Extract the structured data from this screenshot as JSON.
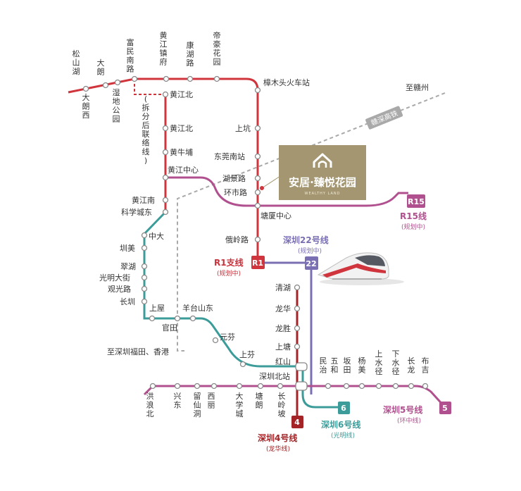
{
  "colors": {
    "r1": "#d0343c",
    "r15": "#b0508e",
    "l22": "#7b6fb3",
    "l6": "#3b9c9a",
    "l4": "#a32326",
    "l5": "#b0508e",
    "rail": "#a9a9a9",
    "brand_box": "#a39670"
  },
  "lines": {
    "r1": {
      "badge": "R1",
      "name": "R1支线",
      "note": "(规划中)"
    },
    "r15": {
      "badge": "R15",
      "name": "R15线",
      "note": "(规划中)"
    },
    "l22": {
      "badge": "22",
      "name": "深圳22号线",
      "note": "(规划中)"
    },
    "l6": {
      "badge": "6",
      "name": "深圳6号线",
      "note": "(光明线)"
    },
    "l4": {
      "badge": "4",
      "name": "深圳4号线",
      "note": "(龙华线)"
    },
    "l5": {
      "badge": "5",
      "name": "深圳5号线",
      "note": "(环中线)"
    }
  },
  "rail": {
    "name": "赣深高铁",
    "to_north": "至赣州",
    "to_south": "至深圳福田、香港"
  },
  "brand": {
    "name": "安居·臻悦花园",
    "sub": "WEALTHY LAND",
    "logo_icon": "house-logo-icon"
  },
  "stations": {
    "songshanhu": "松山湖",
    "dalangxi": "大朗西",
    "dalang": "大朗",
    "shidigongyuan": "湿地公园",
    "fuminnanlu": "富民南路",
    "chaifen": "(拆分后联络线)",
    "huangjiangzhenfu": "黄江镇府",
    "kanghulu": "康湖路",
    "dihaohuayuan": "帝豪花园",
    "zhangmutou": "樟木头火车站",
    "huangjiangbei1": "黄江北",
    "huangjiangbei2": "黄江北",
    "huangniupu": "黄牛埔",
    "huangjiangzhongxin": "黄江中心",
    "huangjiangnan": "黄江南",
    "kexuechengdong": "科学城东",
    "shangkeng": "上坑",
    "dongguannanzhan": "东莞南站",
    "hujinglu": "湖景路",
    "huanshilu": "环市路",
    "tangxiazhongxin": "塘厦中心",
    "elinglu": "俄岭路",
    "zhongda": "中大",
    "zhenmei": "圳美",
    "cuihu": "翠湖",
    "guangmingdajie": "光明大街",
    "guangguanglu": "观光路",
    "changquan": "长圳",
    "shangwu": "上屋",
    "guantian": "官田",
    "yangtaishandong": "羊台山东",
    "yuanfen": "元芬",
    "shangfen": "上芬",
    "hongshan": "红山",
    "qinghu": "清湖",
    "longhua": "龙华",
    "longsheng": "龙胜",
    "shangtang": "上塘",
    "shenzhenbeizhan": "深圳北站",
    "minzhi": "民治",
    "wuhe": "五和",
    "bantian": "坂田",
    "yangmei": "杨美",
    "shangshuijing": "上水径",
    "xiashuijing": "下水径",
    "changlong": "长龙",
    "buji": "布吉",
    "honglangbei": "洪浪北",
    "xingdong": "兴东",
    "liuxiandong": "留仙洞",
    "xili": "西丽",
    "daxuecheng": "大学城",
    "tanglang": "塘朗",
    "changlingpo": "长岭坡"
  }
}
